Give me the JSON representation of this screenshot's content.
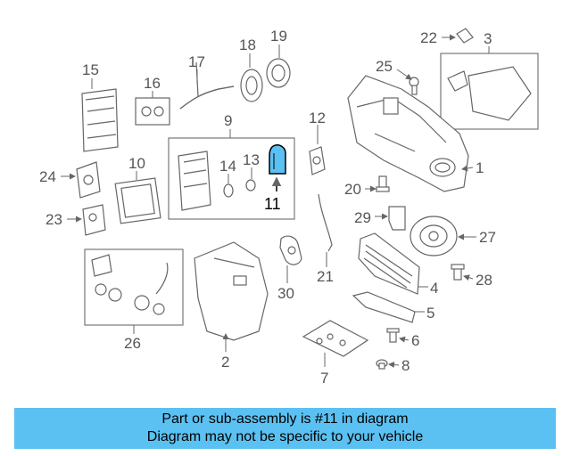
{
  "diagram": {
    "highlight_color": "#5bc1f2",
    "highlighted_part": "11",
    "callouts": [
      "1",
      "2",
      "3",
      "4",
      "5",
      "6",
      "7",
      "8",
      "9",
      "10",
      "11",
      "12",
      "13",
      "14",
      "15",
      "16",
      "17",
      "18",
      "19",
      "20",
      "21",
      "22",
      "23",
      "24",
      "25",
      "26",
      "27",
      "28",
      "29",
      "30"
    ]
  },
  "banner": {
    "line1": "Part or sub-assembly is #11 in diagram",
    "line2": "Diagram may not be specific to your vehicle",
    "background": "#5bc1f2"
  }
}
